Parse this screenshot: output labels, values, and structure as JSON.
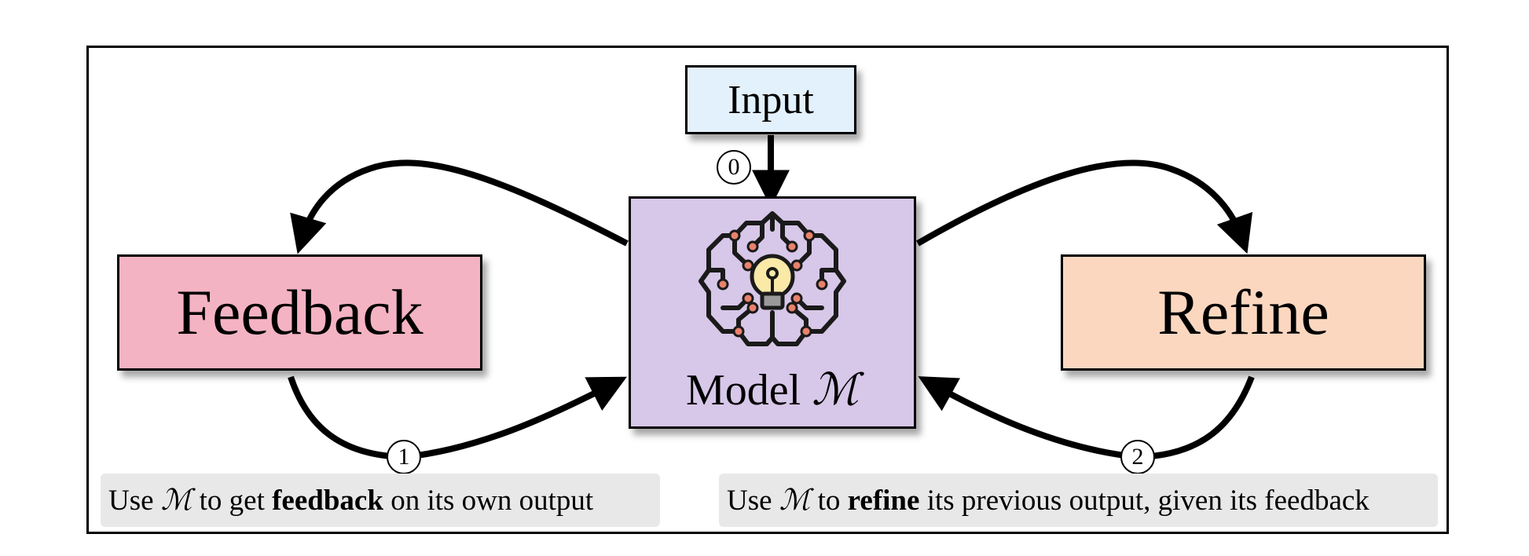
{
  "nodes": {
    "input": "Input",
    "model": {
      "prefix": "Model ",
      "symbol": "ℳ"
    },
    "feedback": "Feedback",
    "refine": "Refine"
  },
  "steps": [
    "0",
    "1",
    "2"
  ],
  "captions": {
    "feedback": {
      "t1": "Use ",
      "sym": "ℳ",
      "t2": " to get ",
      "bold": "feedback",
      "t3": " on its own output"
    },
    "refine": {
      "t1": "Use ",
      "sym": "ℳ",
      "t2": " to ",
      "bold": "refine",
      "t3": " its previous output, given its feedback"
    }
  },
  "colors": {
    "input_fill": "#e3f1fd",
    "model_fill": "#d7c7e8",
    "feedback_fill": "#f4b3c2",
    "refine_fill": "#fcd7c0",
    "caption_fill": "#e8e8e8"
  },
  "icons": {
    "model": "brain-circuit-lightbulb-icon"
  }
}
